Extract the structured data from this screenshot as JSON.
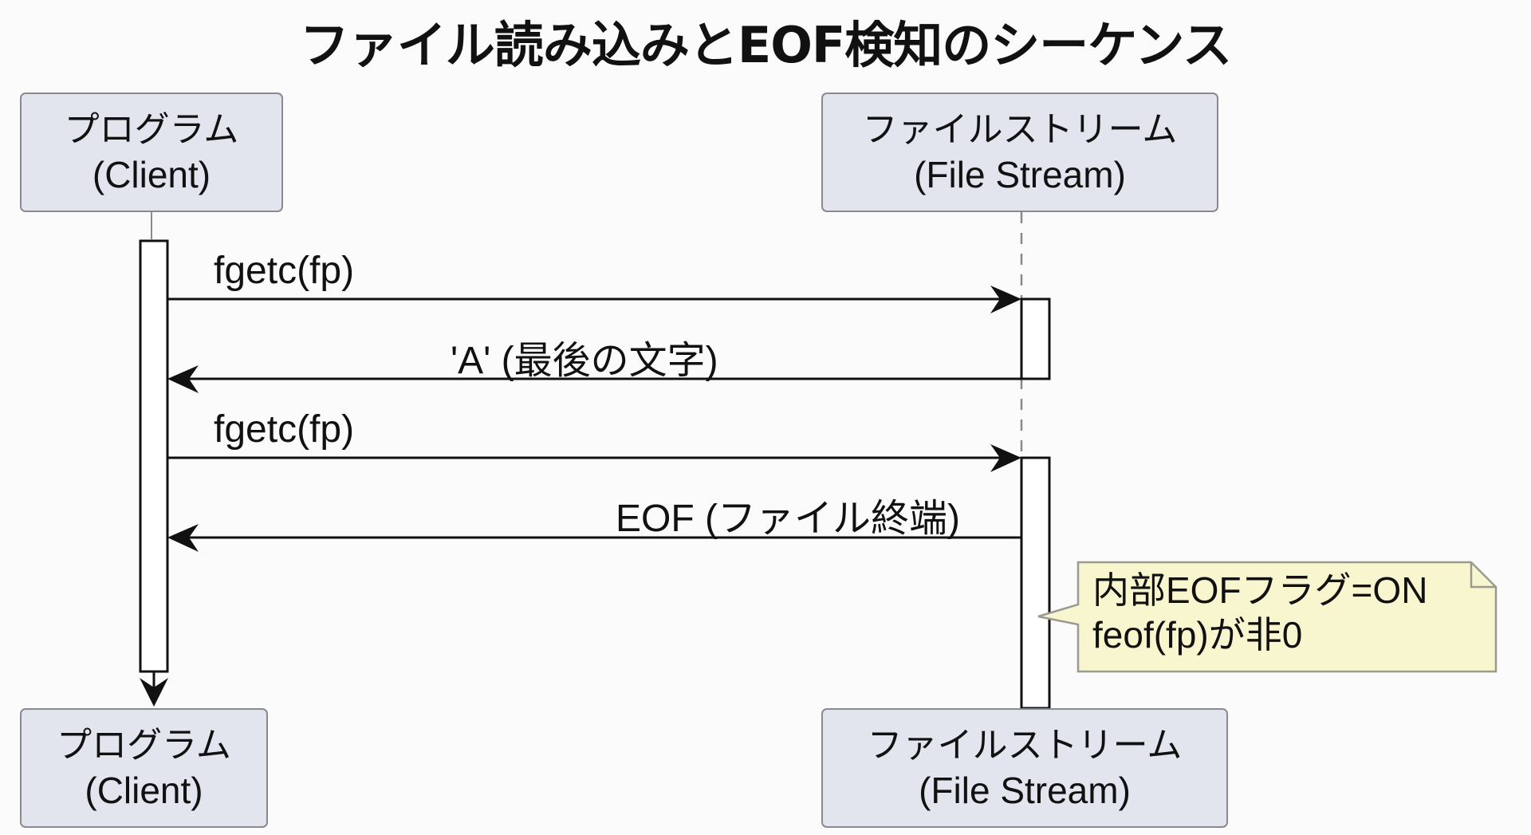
{
  "title": "ファイル読み込みとEOF検知のシーケンス",
  "participants": {
    "client": {
      "line1": "プログラム",
      "line2": "(Client)"
    },
    "stream": {
      "line1": "ファイルストリーム",
      "line2": "(File Stream)"
    }
  },
  "messages": [
    {
      "from": "client",
      "to": "stream",
      "type": "call",
      "label": "fgetc(fp)"
    },
    {
      "from": "stream",
      "to": "client",
      "type": "return",
      "label": "'A' (最後の文字)"
    },
    {
      "from": "client",
      "to": "stream",
      "type": "call",
      "label": "fgetc(fp)"
    },
    {
      "from": "stream",
      "to": "client",
      "type": "return",
      "label": "EOF (ファイル終端)"
    }
  ],
  "note": {
    "attached_to": "stream",
    "line1": "内部EOFフラグ=ON",
    "line2": "feof(fp)が非0"
  },
  "colors": {
    "participant_fill": "#e3e5ee",
    "participant_border": "#8a8a8e",
    "note_fill": "#f7f6cf",
    "note_border": "#9a9a92",
    "line": "#111111",
    "lifeline": "#8a8a8a"
  }
}
